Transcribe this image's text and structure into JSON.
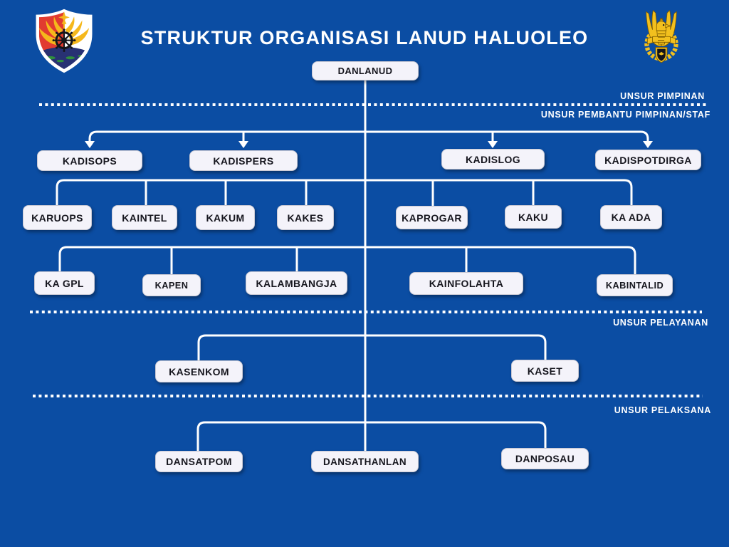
{
  "title": "STRUKTUR ORGANISASI LANUD HALUOLEO",
  "colors": {
    "background": "#0B4DA3",
    "box_background": "#F4F3FA",
    "box_text": "#16161E",
    "connector_line": "#FFFFFF"
  },
  "logos": {
    "left": "lanud-haluoleo-shield-logo",
    "right": "tni-au-eagle-logo"
  },
  "section_labels": {
    "pimpinan": "UNSUR PIMPINAN",
    "pembantu_pimpinan": "UNSUR PEMBANTU PIMPINAN/STAF",
    "pelayanan": "UNSUR PELAYANAN",
    "pelaksana": "UNSUR PELAKSANA"
  },
  "org": {
    "root": "DANLANUD",
    "staff": [
      "KADISOPS",
      "KADISPERS",
      "KADISLOG",
      "KADISPOTDIRGA"
    ],
    "staff_row2": [
      "KARUOPS",
      "KAINTEL",
      "KAKUM",
      "KAKES",
      "KAPROGAR",
      "KAKU",
      "KA ADA"
    ],
    "staff_row3": [
      "KA GPL",
      "KAPEN",
      "KALAMBANGJA",
      "KAINFOLAHTA",
      "KABINTALID"
    ],
    "pelayanan": [
      "KASENKOM",
      "KASET"
    ],
    "pelaksana": [
      "DANSATPOM",
      "DANSATHANLAN",
      "DANPOSAU"
    ]
  }
}
